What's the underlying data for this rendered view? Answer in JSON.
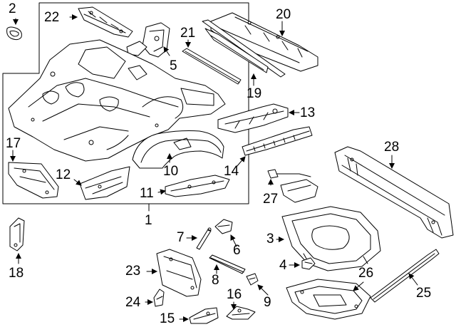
{
  "diagram": {
    "callouts": [
      {
        "id": "c2",
        "text": "2"
      },
      {
        "id": "c22",
        "text": "22"
      },
      {
        "id": "c21",
        "text": "21"
      },
      {
        "id": "c20",
        "text": "20"
      },
      {
        "id": "c5",
        "text": "5"
      },
      {
        "id": "c19",
        "text": "19"
      },
      {
        "id": "c13",
        "text": "13"
      },
      {
        "id": "c17",
        "text": "17"
      },
      {
        "id": "c12",
        "text": "12"
      },
      {
        "id": "c10",
        "text": "10"
      },
      {
        "id": "c14",
        "text": "14"
      },
      {
        "id": "c28",
        "text": "28"
      },
      {
        "id": "c11",
        "text": "11"
      },
      {
        "id": "c27",
        "text": "27"
      },
      {
        "id": "c1",
        "text": "1"
      },
      {
        "id": "c7",
        "text": "7"
      },
      {
        "id": "c6",
        "text": "6"
      },
      {
        "id": "c3",
        "text": "3"
      },
      {
        "id": "c18",
        "text": "18"
      },
      {
        "id": "c23",
        "text": "23"
      },
      {
        "id": "c8",
        "text": "8"
      },
      {
        "id": "c4",
        "text": "4"
      },
      {
        "id": "c26",
        "text": "26"
      },
      {
        "id": "c25",
        "text": "25"
      },
      {
        "id": "c24",
        "text": "24"
      },
      {
        "id": "c9",
        "text": "9"
      },
      {
        "id": "c16",
        "text": "16"
      },
      {
        "id": "c15",
        "text": "15"
      }
    ]
  }
}
